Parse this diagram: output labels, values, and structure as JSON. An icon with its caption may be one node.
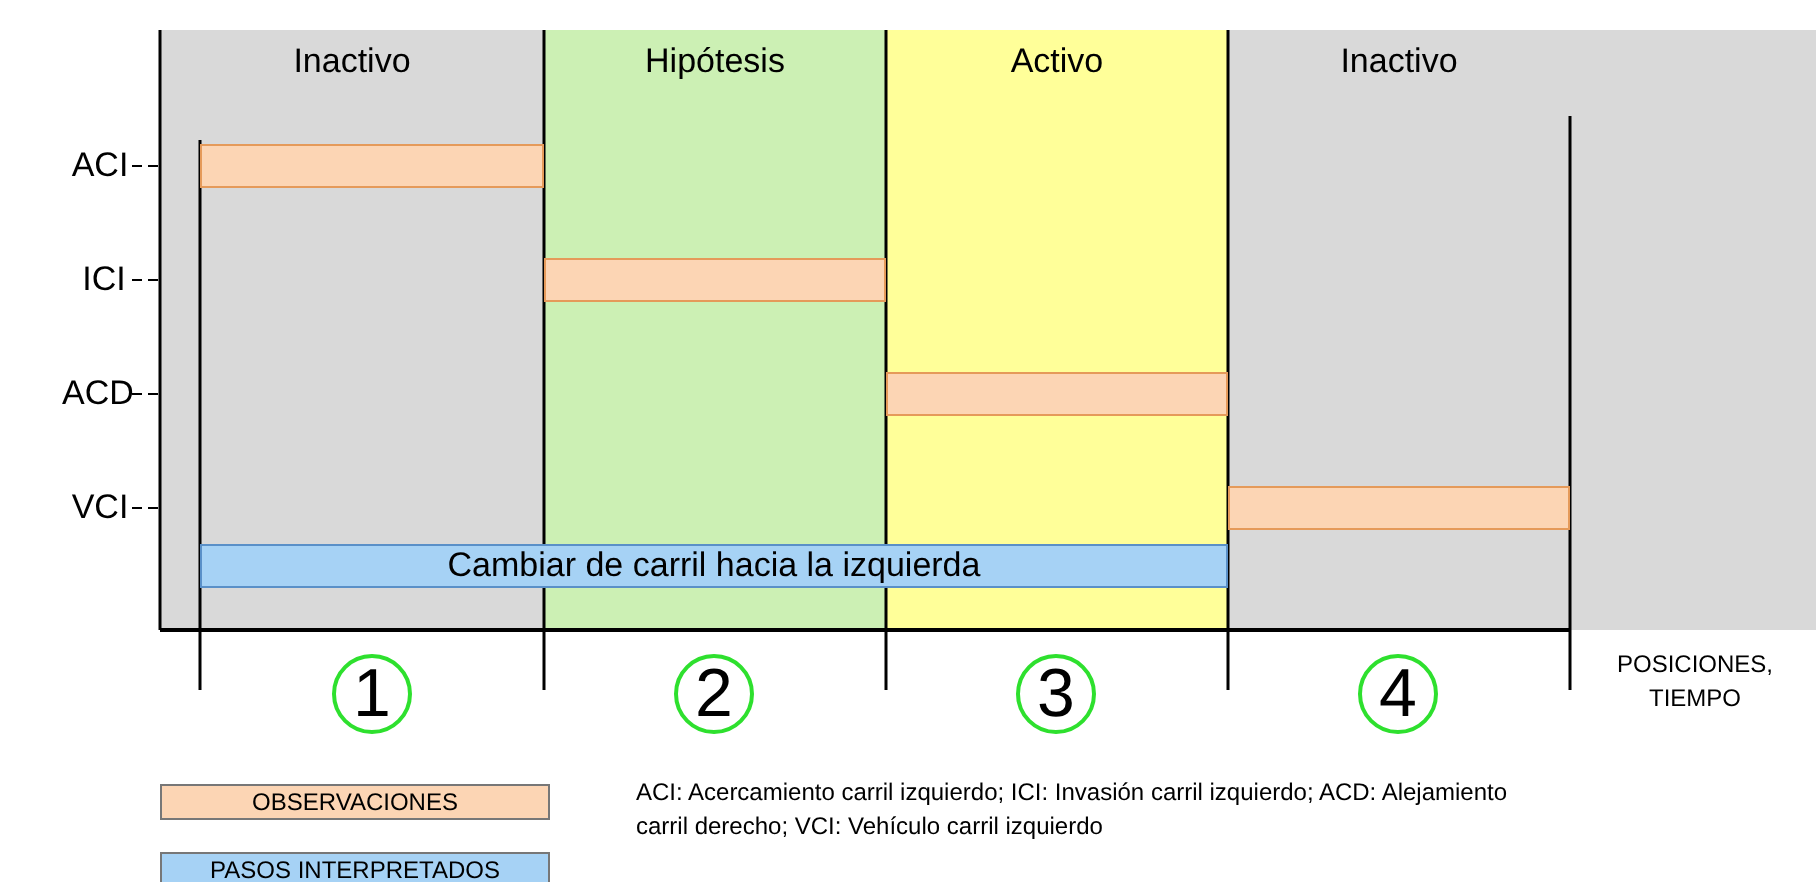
{
  "diagram": {
    "nodes": [
      {
        "text": [
          "Inactivo"
        ]
      },
      {
        "text": [
          "Hipótesis"
        ]
      },
      {
        "text": [
          "Activo"
        ]
      },
      {
        "text": [
          "Inactivo"
        ]
      },
      {
        "text": [
          "ACI"
        ]
      },
      {
        "text": [
          "ICI"
        ]
      },
      {
        "text": [
          "ACD"
        ]
      },
      {
        "text": [
          "VCI"
        ]
      },
      {
        "text": [],
        "shape": "bar",
        "in": 0
      },
      {
        "text": [],
        "shape": "bar",
        "in": 1
      },
      {
        "text": [],
        "shape": "bar",
        "in": 2
      },
      {
        "text": [],
        "shape": "bar",
        "in": 3
      },
      {
        "text": [
          "Cambiar de carril hacia la izquierda"
        ]
      },
      {
        "text": [
          "1"
        ]
      },
      {
        "text": [
          "2"
        ]
      },
      {
        "text": [
          "3"
        ]
      },
      {
        "text": [
          "4"
        ]
      }
    ],
    "edges": [
      {
        "from": 4,
        "to": 8,
        "arrow": "none",
        "style": "dashed"
      },
      {
        "from": 5,
        "to": 9,
        "arrow": "none",
        "style": "dashed"
      },
      {
        "from": 6,
        "to": 10,
        "arrow": "none",
        "style": "dashed"
      },
      {
        "from": 7,
        "to": 11,
        "arrow": "none",
        "style": "dashed"
      }
    ],
    "labels": [
      "POSICIONES, TIEMPO",
      "ACI: Acercamiento carril izquierdo; ICI: Invasión carril izquierdo; ACD: Alejamiento carril derecho; VCI: Vehículo carril izquierdo"
    ],
    "legend": [
      {
        "text": "OBSERVACIONES",
        "color": "#fcd5b4"
      },
      {
        "text": "PASOS INTERPRETADOS",
        "color": "#a6d2f5"
      }
    ]
  }
}
